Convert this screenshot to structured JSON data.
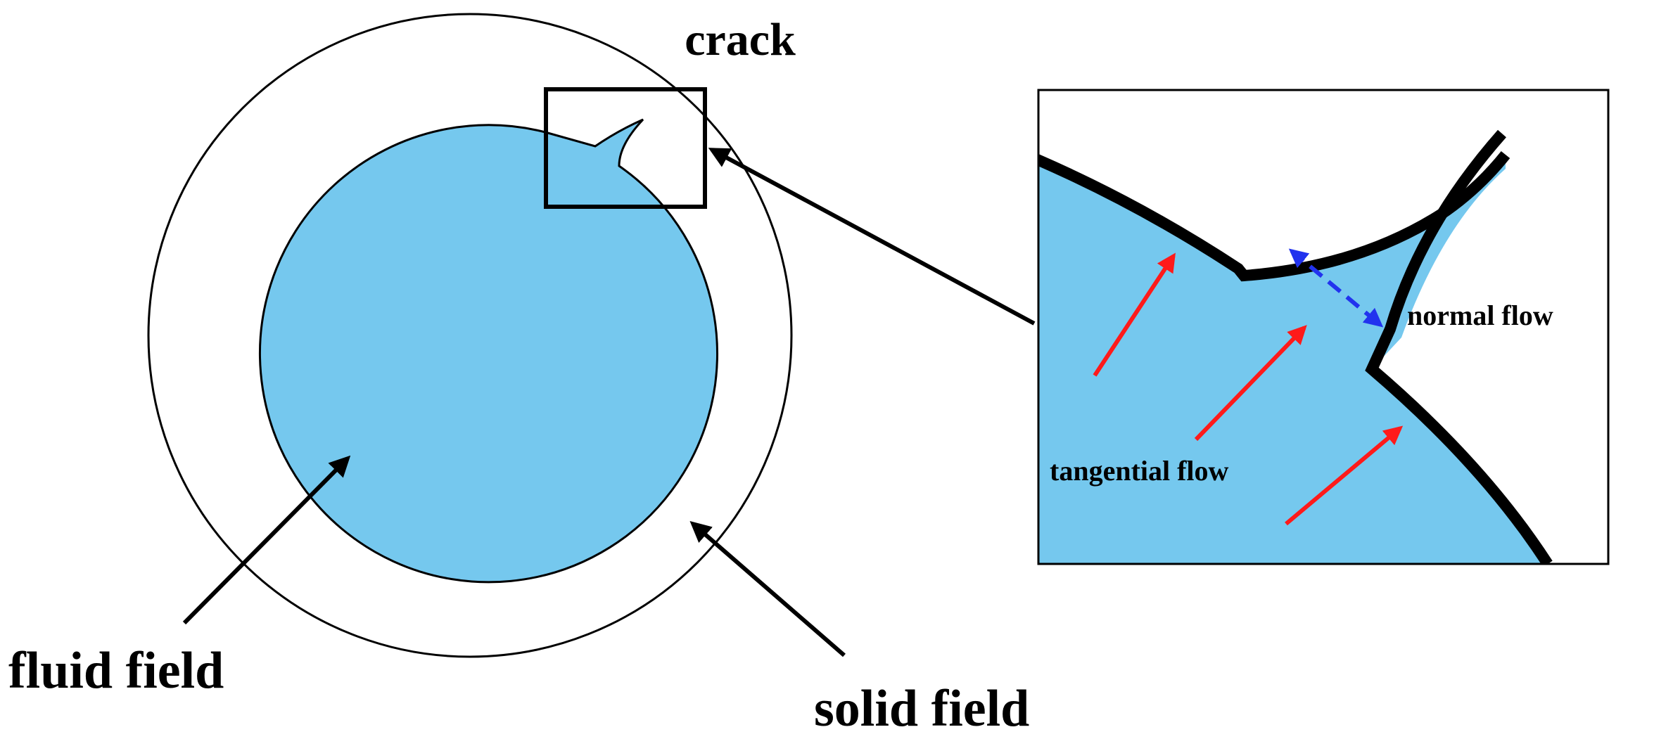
{
  "labels": {
    "crack": "crack",
    "fluid_field": "fluid field",
    "solid_field": "solid field",
    "normal_flow": "normal flow",
    "tangential_flow": "tangential flow"
  },
  "colors": {
    "fluid": "#75C8EE",
    "tangential_arrow": "#FF1A1A",
    "normal_arrow": "#2233EE",
    "outline": "#000000"
  }
}
